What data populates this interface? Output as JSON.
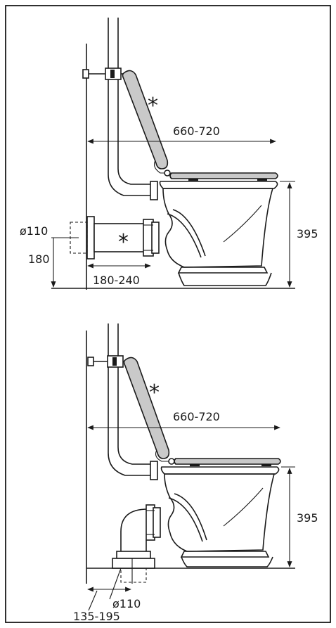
{
  "colors": {
    "stroke": "#1a1a1a",
    "seat_fill": "#c9c9c9",
    "background": "#ffffff"
  },
  "top_view": {
    "asterisk_flush_pipe": "*",
    "asterisk_connector": "*",
    "dim_length": "660-720",
    "dim_height": "395",
    "dim_outlet_diameter": "ø110",
    "dim_outlet_height": "180",
    "dim_outlet_distance": "180-240"
  },
  "bottom_view": {
    "asterisk_flush_pipe": "*",
    "dim_length": "660-720",
    "dim_height": "395",
    "dim_outlet_diameter": "ø110",
    "dim_outlet_distance": "135-195"
  }
}
